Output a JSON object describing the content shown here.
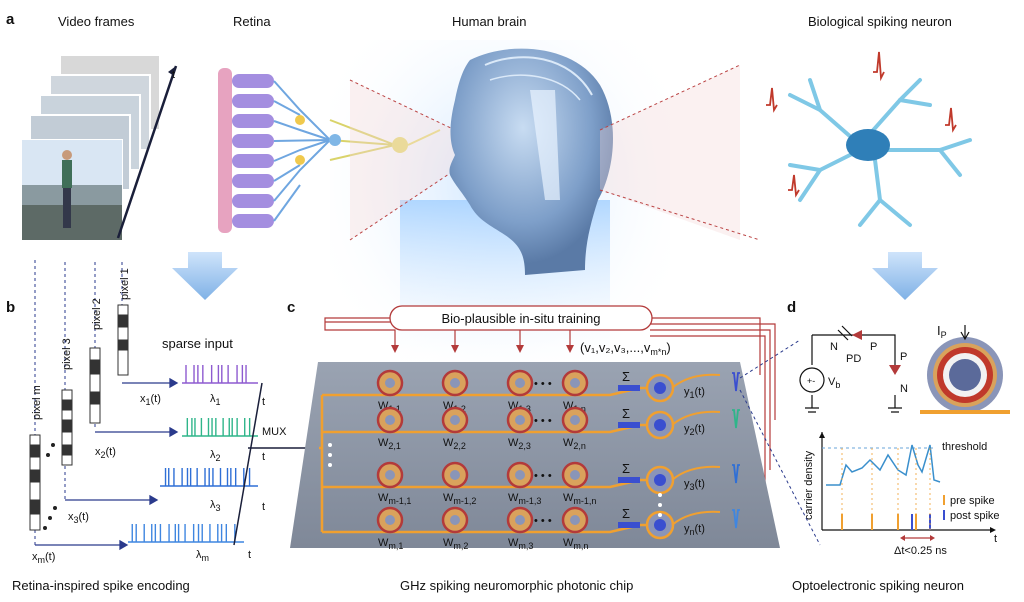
{
  "panel_labels": {
    "a": "a",
    "b": "b",
    "c": "c",
    "d": "d"
  },
  "panel_a": {
    "video_frames": "Video frames",
    "time_axis": "t",
    "retina": "Retina",
    "human_brain": "Human brain",
    "biological_neuron": "Biological spiking neuron"
  },
  "panel_b": {
    "pixels": [
      "pixel 1",
      "pixel 2",
      "pixel 3",
      "pixel m"
    ],
    "sparse_input": "sparse input",
    "inputs": [
      {
        "x": "x",
        "sub": "1",
        "arg": "(t)"
      },
      {
        "x": "x",
        "sub": "2",
        "arg": "(t)"
      },
      {
        "x": "x",
        "sub": "3",
        "arg": "(t)"
      },
      {
        "x": "x",
        "sub": "m",
        "arg": "(t)"
      }
    ],
    "lambdas": [
      {
        "sym": "λ",
        "sub": "1"
      },
      {
        "sym": "λ",
        "sub": "2"
      },
      {
        "sym": "λ",
        "sub": "3"
      },
      {
        "sym": "λ",
        "sub": "m"
      }
    ],
    "train_t": "t",
    "mux": "MUX",
    "caption": "Retina-inspired spike encoding",
    "colors": [
      "#8e5bd0",
      "#2fb58a",
      "#2f6fd6",
      "#3f86e0"
    ]
  },
  "panel_c": {
    "training_box": "Bio-plausible in-situ training",
    "vector": "(v₁,v₂,v₃,...,v",
    "vector_sub": "m*n",
    "vector_end": ")",
    "weights": [
      [
        "1,1",
        "1,2",
        "1,3",
        "1,n"
      ],
      [
        "2,1",
        "2,2",
        "2,3",
        "2,n"
      ],
      [
        "m-1,1",
        "m-1,2",
        "m-1,3",
        "m-1,n"
      ],
      [
        "m,1",
        "m,2",
        "m,3",
        "m,n"
      ]
    ],
    "w": "W",
    "ellipsis": "• • •",
    "sum": "Σ",
    "outputs": [
      "1",
      "2",
      "3",
      "n"
    ],
    "y": "y",
    "arg": "(t)",
    "caption": "GHz spiking neuromorphic photonic chip"
  },
  "panel_d": {
    "n_label": "N",
    "p_label": "P",
    "pd": "PD",
    "vb": "V",
    "vb_sub": "b",
    "p2": "P",
    "n2": "N",
    "ip": "I",
    "ip_sub": "P",
    "ylabel": "carrier density",
    "xlabel": "t",
    "threshold": "threshold",
    "legend_pre": "pre spike",
    "legend_post": "post spike",
    "dt": "Δt<0.25 ns",
    "caption": "Optoelectronic spiking neuron",
    "pre_color": "#f0a030",
    "post_color": "#3a4fd0"
  }
}
